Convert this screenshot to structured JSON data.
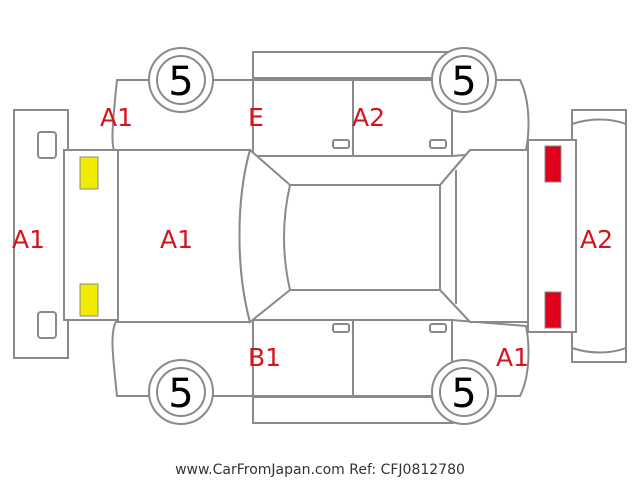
{
  "colors": {
    "outline": "#8a8a8a",
    "damage_text": "#d8141b",
    "front_lamp": "#f2ea00",
    "rear_lamp": "#e0001b"
  },
  "tires": {
    "front_left": "5",
    "rear_left": "5",
    "front_right": "5",
    "rear_right": "5"
  },
  "damage": {
    "front_bumper": "A1",
    "front_fender_left": "A1",
    "front_door_left": "E",
    "rear_door_left": "A2",
    "hood": "A1",
    "front_door_right": "B1",
    "rear_fender_right": "A1",
    "rear_bumper": "A2"
  },
  "footer": "www.CarFromJapan.com Ref: CFJ0812780"
}
